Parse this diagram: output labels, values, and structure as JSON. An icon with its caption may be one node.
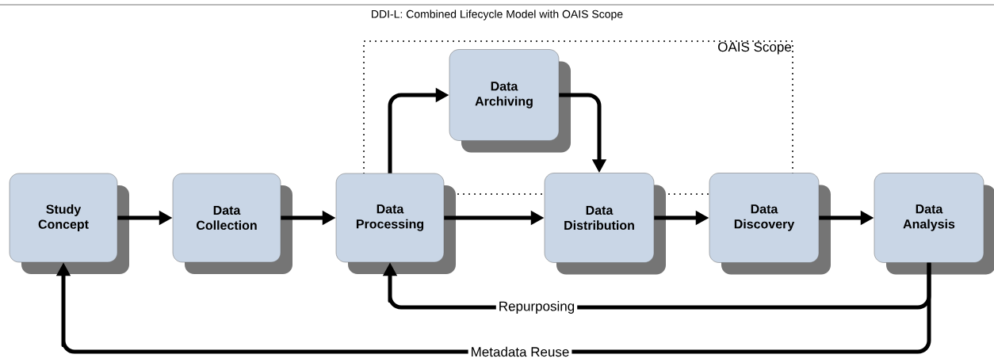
{
  "diagram": {
    "title": "DDI-L: Combined Lifecycle Model with OAIS Scope",
    "nodes": [
      {
        "text": [
          "Study Concept"
        ]
      },
      {
        "text": [
          "Data Collection"
        ]
      },
      {
        "text": [
          "OAIS Scope"
        ]
      },
      {
        "text": [
          "Data Archiving"
        ],
        "in": 2
      },
      {
        "text": [
          "Data Processing"
        ]
      },
      {
        "text": [
          "Data Distribution"
        ]
      },
      {
        "text": [
          "Data Discovery"
        ]
      },
      {
        "text": [
          "Data Analysis"
        ]
      }
    ],
    "edges": [
      {
        "from": 0,
        "to": 1,
        "arrow": "to"
      },
      {
        "from": 1,
        "to": 4,
        "arrow": "to"
      },
      {
        "from": 4,
        "to": 3,
        "arrow": "to"
      },
      {
        "from": 3,
        "to": 5,
        "arrow": "to"
      },
      {
        "from": 4,
        "to": 5,
        "arrow": "to"
      },
      {
        "from": 5,
        "to": 6,
        "arrow": "to"
      },
      {
        "from": 6,
        "to": 7,
        "arrow": "to"
      },
      {
        "from": 7,
        "to": 4,
        "arrow": "to",
        "label": "Repurposing"
      },
      {
        "from": 7,
        "to": 0,
        "arrow": "to",
        "label": "Metadata Reuse"
      }
    ]
  }
}
